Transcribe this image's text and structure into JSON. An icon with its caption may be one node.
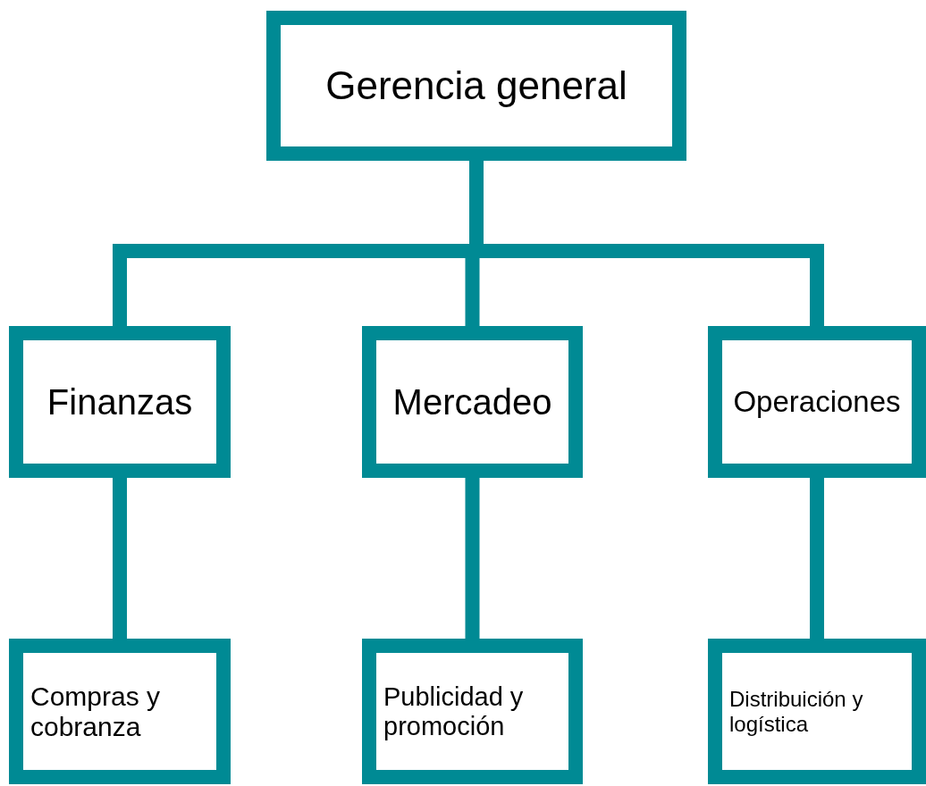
{
  "diagram": {
    "nodes": [
      {
        "text": [
          "Gerencia general"
        ]
      },
      {
        "text": [
          "Finanzas"
        ]
      },
      {
        "text": [
          "Mercadeo"
        ]
      },
      {
        "text": [
          "Operaciones"
        ]
      },
      {
        "text": [
          "Compras y cobranza"
        ]
      },
      {
        "text": [
          "Publicidad y promoción"
        ]
      },
      {
        "text": [
          "Distribuición y logística"
        ]
      }
    ],
    "edges": [
      {
        "from": 0,
        "to": 1,
        "arrow": "none"
      },
      {
        "from": 0,
        "to": 2,
        "arrow": "none"
      },
      {
        "from": 0,
        "to": 3,
        "arrow": "none"
      },
      {
        "from": 1,
        "to": 4,
        "arrow": "none"
      },
      {
        "from": 2,
        "to": 5,
        "arrow": "none"
      },
      {
        "from": 3,
        "to": 6,
        "arrow": "none"
      }
    ]
  }
}
